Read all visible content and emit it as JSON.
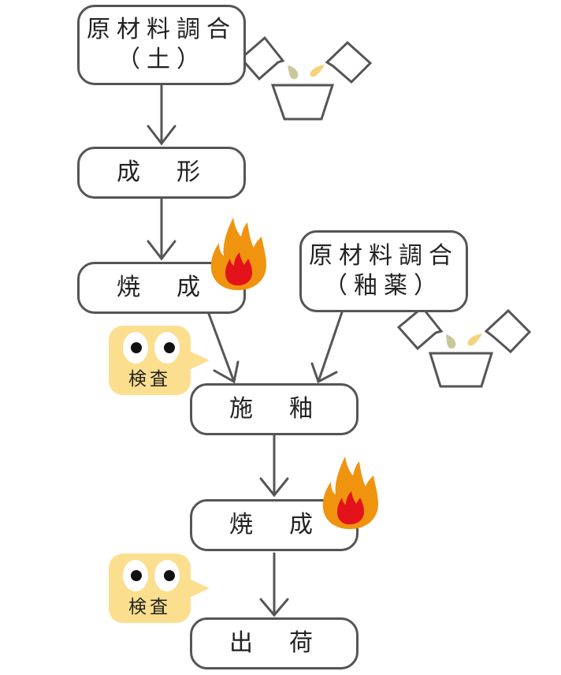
{
  "diagram": {
    "title_hidden": "",
    "steps": [
      {
        "id": "raw-clay",
        "line1": "原材料調合",
        "line2": "（土）"
      },
      {
        "id": "forming",
        "line1": "成　形"
      },
      {
        "id": "firing-1",
        "line1": "焼　成"
      },
      {
        "id": "raw-glaze",
        "line1": "原材料調合",
        "line2": "（釉薬）"
      },
      {
        "id": "glazing",
        "line1": "施　釉"
      },
      {
        "id": "firing-2",
        "line1": "焼　成"
      },
      {
        "id": "shipping",
        "line1": "出　荷"
      }
    ],
    "inspections": [
      {
        "label": "検査",
        "near": "glazing"
      },
      {
        "label": "検査",
        "near": "shipping"
      }
    ],
    "edges": [
      [
        "raw-clay",
        "forming"
      ],
      [
        "forming",
        "firing-1"
      ],
      [
        "firing-1",
        "glazing"
      ],
      [
        "raw-glaze",
        "glazing"
      ],
      [
        "glazing",
        "firing-2"
      ],
      [
        "firing-2",
        "shipping"
      ]
    ],
    "colors": {
      "stroke": "#555555",
      "flame_outer": "#f0930f",
      "flame_inner": "#e3121b",
      "inspect_bubble": "#fbdf8f",
      "drop_olive": "#c8c89a",
      "drop_yellow": "#f6d27a"
    }
  }
}
